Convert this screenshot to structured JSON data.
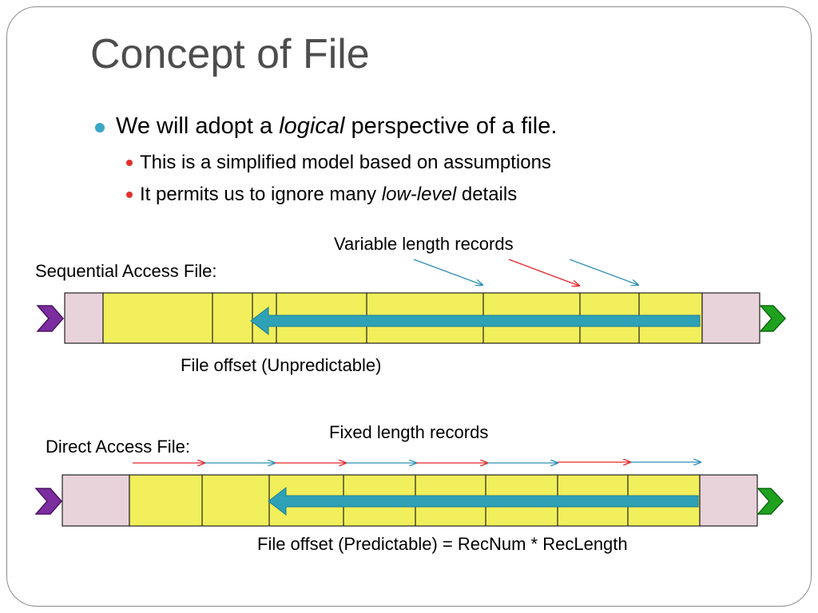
{
  "slide": {
    "title": "Concept of File",
    "bullet": {
      "prefix": "We will adopt a ",
      "emphasis": "logical",
      "suffix": " perspective of a file."
    },
    "sub_bullets": [
      {
        "prefix": "This is a simplified model based on assumptions",
        "emphasis": "",
        "suffix": ""
      },
      {
        "prefix": "It permits us to ignore many ",
        "emphasis": "low-level",
        "suffix": " details"
      }
    ]
  },
  "sequential": {
    "label": "Sequential Access File:",
    "records_label": "Variable length records",
    "offset_label": "File offset (Unpredictable)"
  },
  "direct": {
    "label": "Direct Access File:",
    "records_label": "Fixed length records",
    "offset_label": "File offset (Predictable) = RecNum * RecLength"
  },
  "colors": {
    "record_fill": "#f1ef5b",
    "end_fill": "#e9d3db",
    "arrow_fill": "#2ea1b6",
    "start_marker": "#7c2d9f",
    "end_marker": "#1fa11f",
    "red_arrow": "#e3262b",
    "teal_arrow": "#2f8fb5"
  }
}
